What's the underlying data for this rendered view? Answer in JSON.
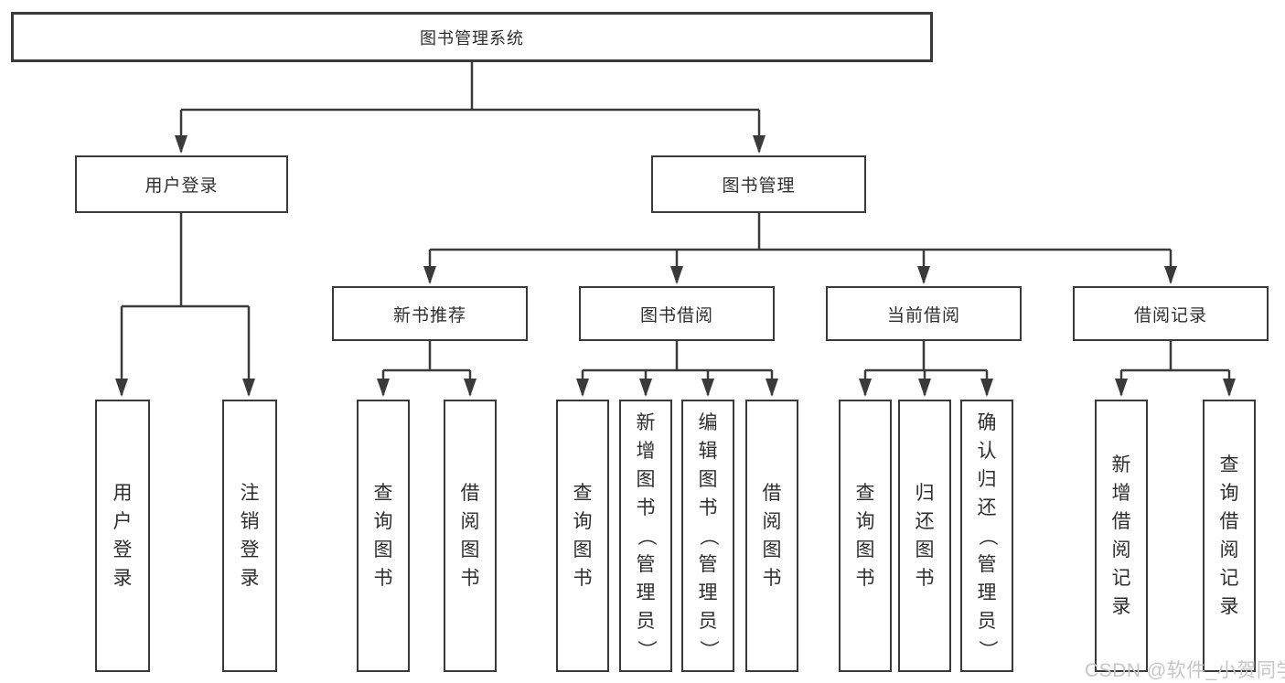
{
  "colors": {
    "line": "#3a3a3a",
    "box_border": "#3a3a3a",
    "box_fill": "#ffffff",
    "text": "#2e2e2e",
    "watermark": "#c6c6c6"
  },
  "watermark": {
    "text": "CSDN @软件_小贺同学"
  },
  "diagram": {
    "type": "hierarchy-tree",
    "root": {
      "label": "图书管理系统"
    },
    "level2": [
      {
        "label": "用户登录"
      },
      {
        "label": "图书管理"
      }
    ],
    "level3": [
      {
        "label": "新书推荐"
      },
      {
        "label": "图书借阅"
      },
      {
        "label": "当前借阅"
      },
      {
        "label": "借阅记录"
      }
    ],
    "leaves": {
      "user_login": [
        {
          "label": "用户登录"
        },
        {
          "label": "注销登录"
        }
      ],
      "new_book_recommend": [
        {
          "label": "查询图书"
        },
        {
          "label": "借阅图书"
        }
      ],
      "book_borrow": [
        {
          "label": "查询图书"
        },
        {
          "label": "新增图书（管理员）"
        },
        {
          "label": "编辑图书（管理员）"
        },
        {
          "label": "借阅图书"
        }
      ],
      "current_borrow": [
        {
          "label": "查询图书"
        },
        {
          "label": "归还图书"
        },
        {
          "label": "确认归还（管理员）"
        }
      ],
      "borrow_records": [
        {
          "label": "新增借阅记录"
        },
        {
          "label": "查询借阅记录"
        }
      ]
    }
  }
}
